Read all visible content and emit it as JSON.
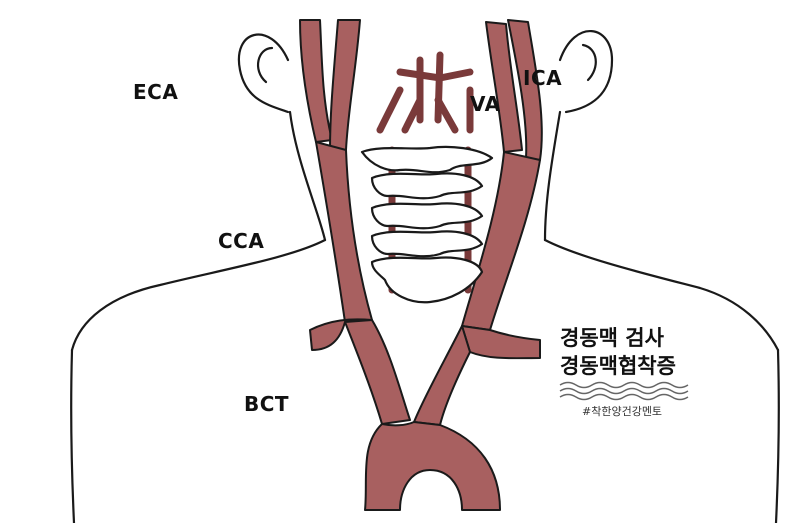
{
  "labels": {
    "eca": "ECA",
    "ica": "ICA",
    "va": "VA",
    "cca": "CCA",
    "bct": "BCT"
  },
  "caption": {
    "line1": "경동맥 검사",
    "line2": "경동맥협착증",
    "hashtag": "#착한양건강멘토"
  },
  "colors": {
    "artery_fill": "#a86060",
    "artery_dark": "#7a3a3a",
    "outline": "#1a1a1a",
    "background": "#ffffff"
  }
}
